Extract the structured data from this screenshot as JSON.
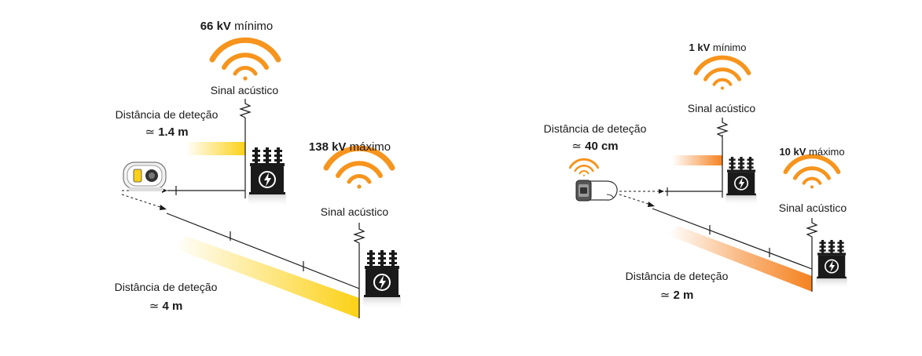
{
  "colors": {
    "left_signal": "#f7941d",
    "left_band": "#fcd116",
    "right_signal": "#f7941d",
    "right_band": "#f58220",
    "line": "#1a1a1a"
  },
  "left": {
    "top": {
      "voltage": "66 kV",
      "qualifier": "mínimo",
      "signal_label": "Sinal acústico",
      "distance_label": "Distância de deteção",
      "distance_value": "1.4 m"
    },
    "bottom": {
      "voltage": "138 kV",
      "qualifier": "máximo",
      "signal_label": "Sinal acústico",
      "distance_label": "Distância de deteção",
      "distance_value": "4 m"
    }
  },
  "right": {
    "top": {
      "voltage": "1 kV",
      "qualifier": "mínimo",
      "signal_label": "Sinal acústico",
      "distance_label": "Distância de deteção",
      "distance_value": "40 cm"
    },
    "bottom": {
      "voltage": "10 kV",
      "qualifier": "máximo",
      "signal_label": "Sinal acústico",
      "distance_label": "Distância de deteção",
      "distance_value": "2 m"
    }
  },
  "approx_symbol": "≃",
  "icons": {
    "signal": "acoustic-signal-icon",
    "transformer": "transformer-icon",
    "detector": "handheld-detector-icon",
    "wrist": "wrist-detector-icon",
    "lightning": "lightning-icon"
  }
}
